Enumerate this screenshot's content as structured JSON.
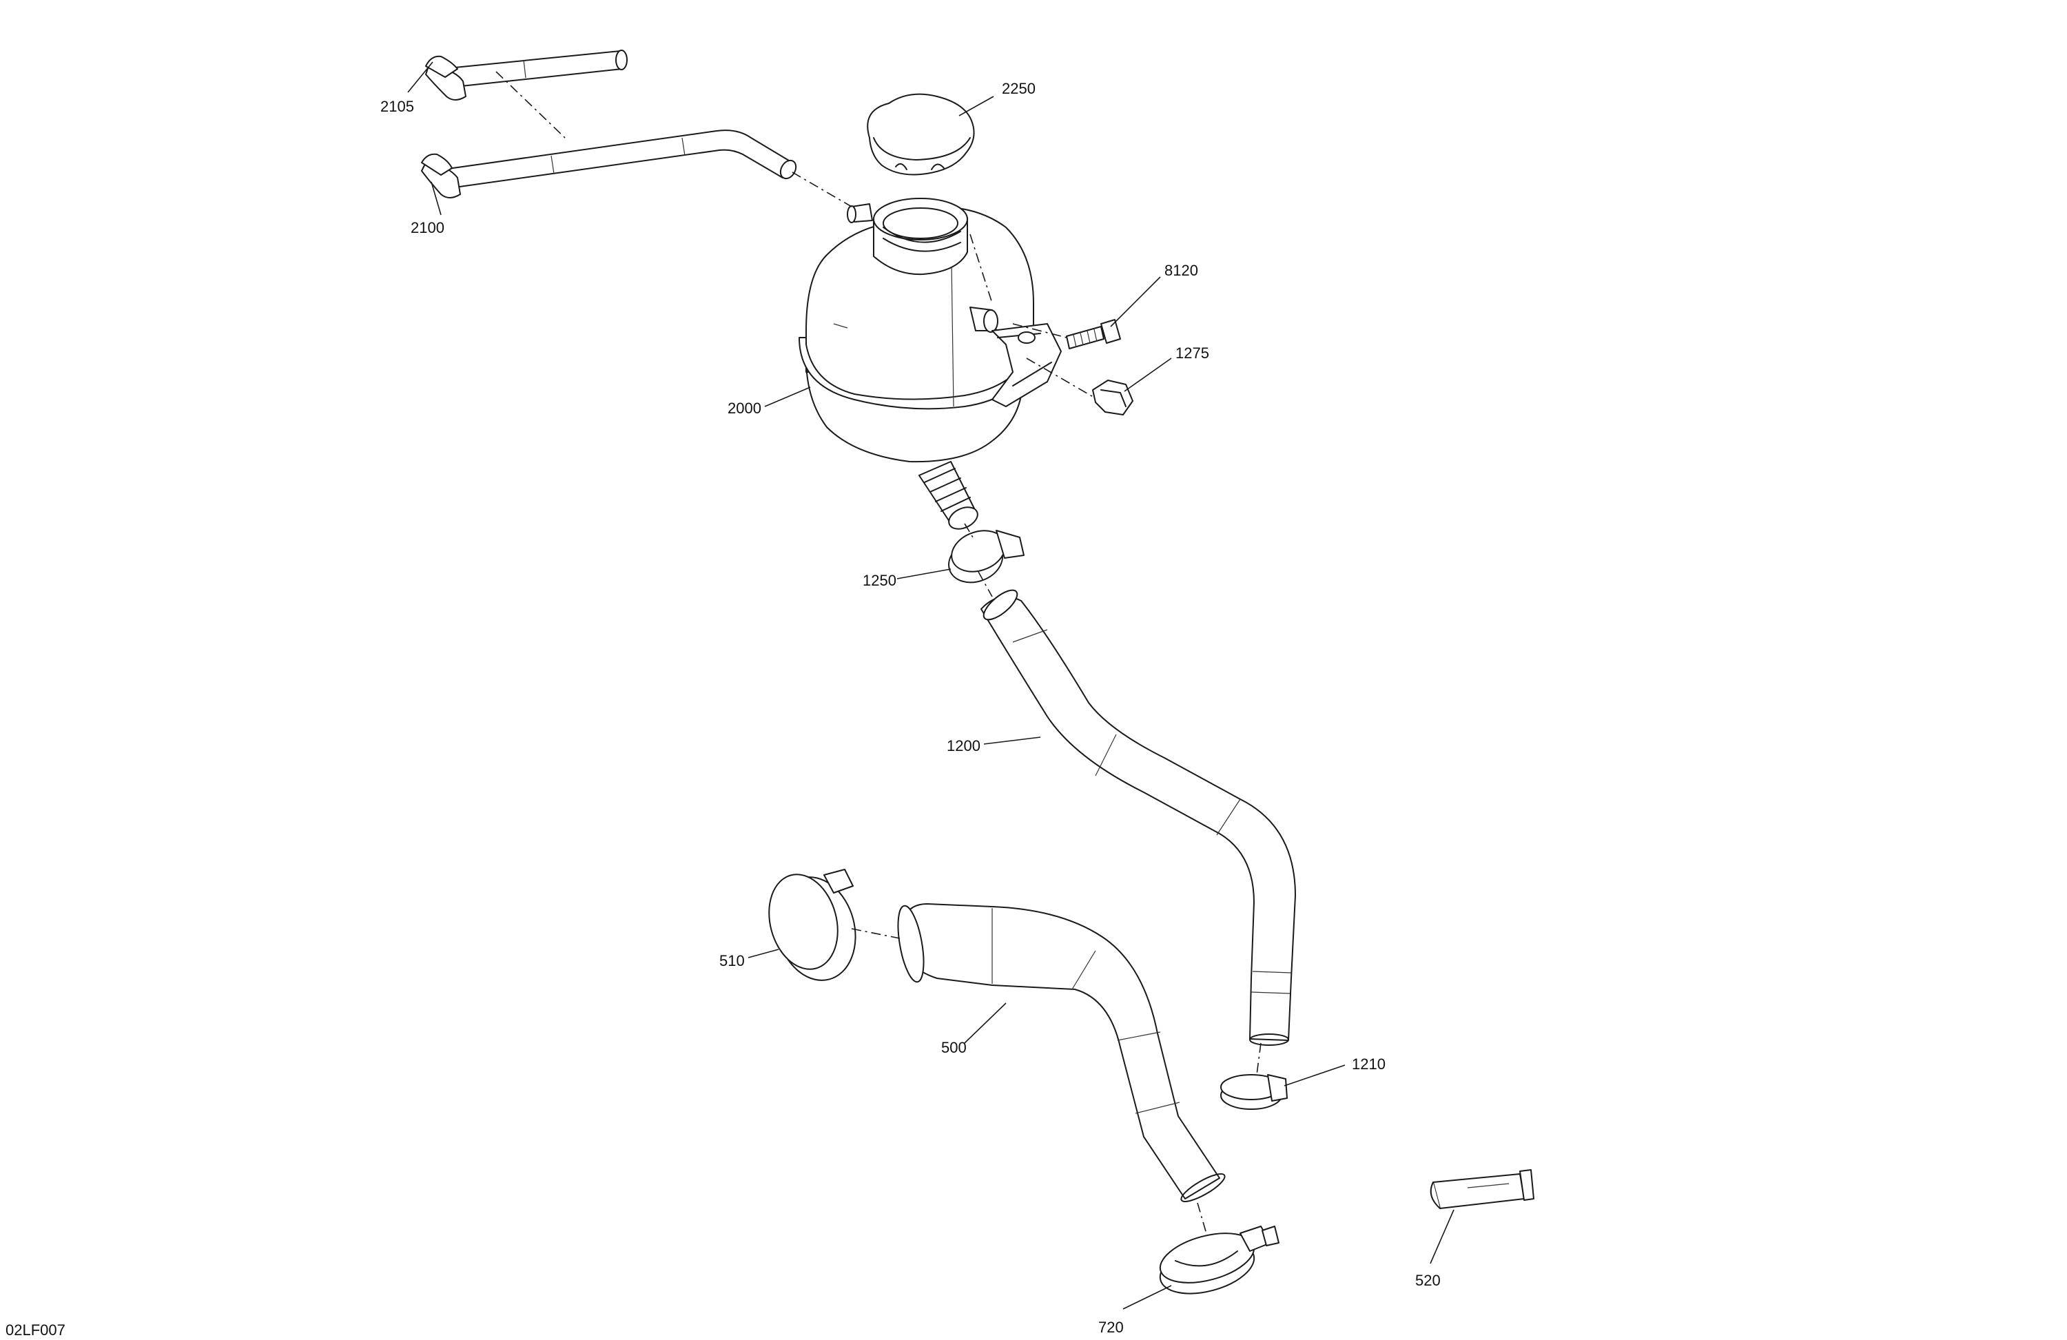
{
  "drawing": {
    "id": "02LF007",
    "callouts": [
      "2105",
      "2100",
      "2250",
      "8120",
      "1275",
      "2000",
      "1250",
      "1200",
      "510",
      "500",
      "1210",
      "520",
      "720"
    ]
  }
}
